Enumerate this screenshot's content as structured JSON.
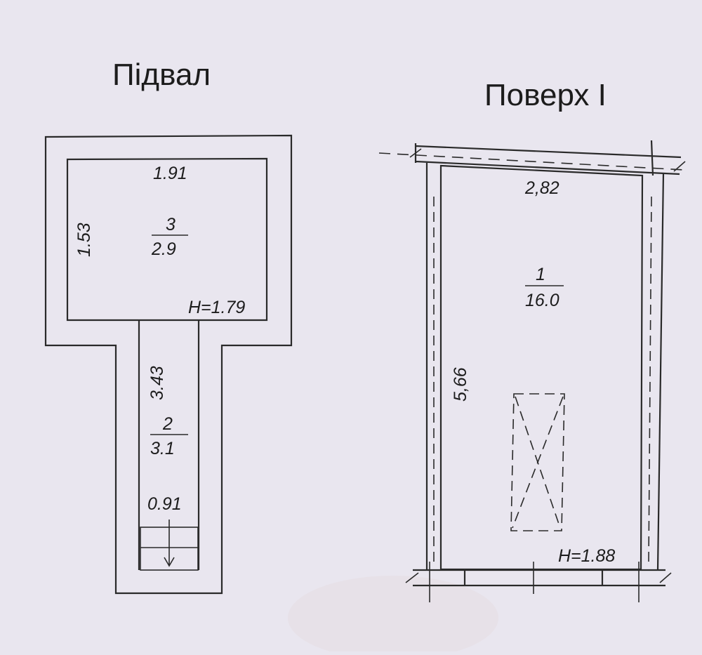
{
  "basement": {
    "title": "Підвал",
    "room3": {
      "width": "1.91",
      "height": "1.53",
      "number": "3",
      "area": "2.9",
      "ceiling": "H=1.79"
    },
    "room2": {
      "length": "3.43",
      "number": "2",
      "area": "3.1",
      "stair_width": "0.91"
    }
  },
  "floor1": {
    "title": "Поверх І",
    "room1": {
      "width": "2,82",
      "length": "5,66",
      "number": "1",
      "area": "16.0",
      "ceiling": "H=1.88"
    }
  }
}
